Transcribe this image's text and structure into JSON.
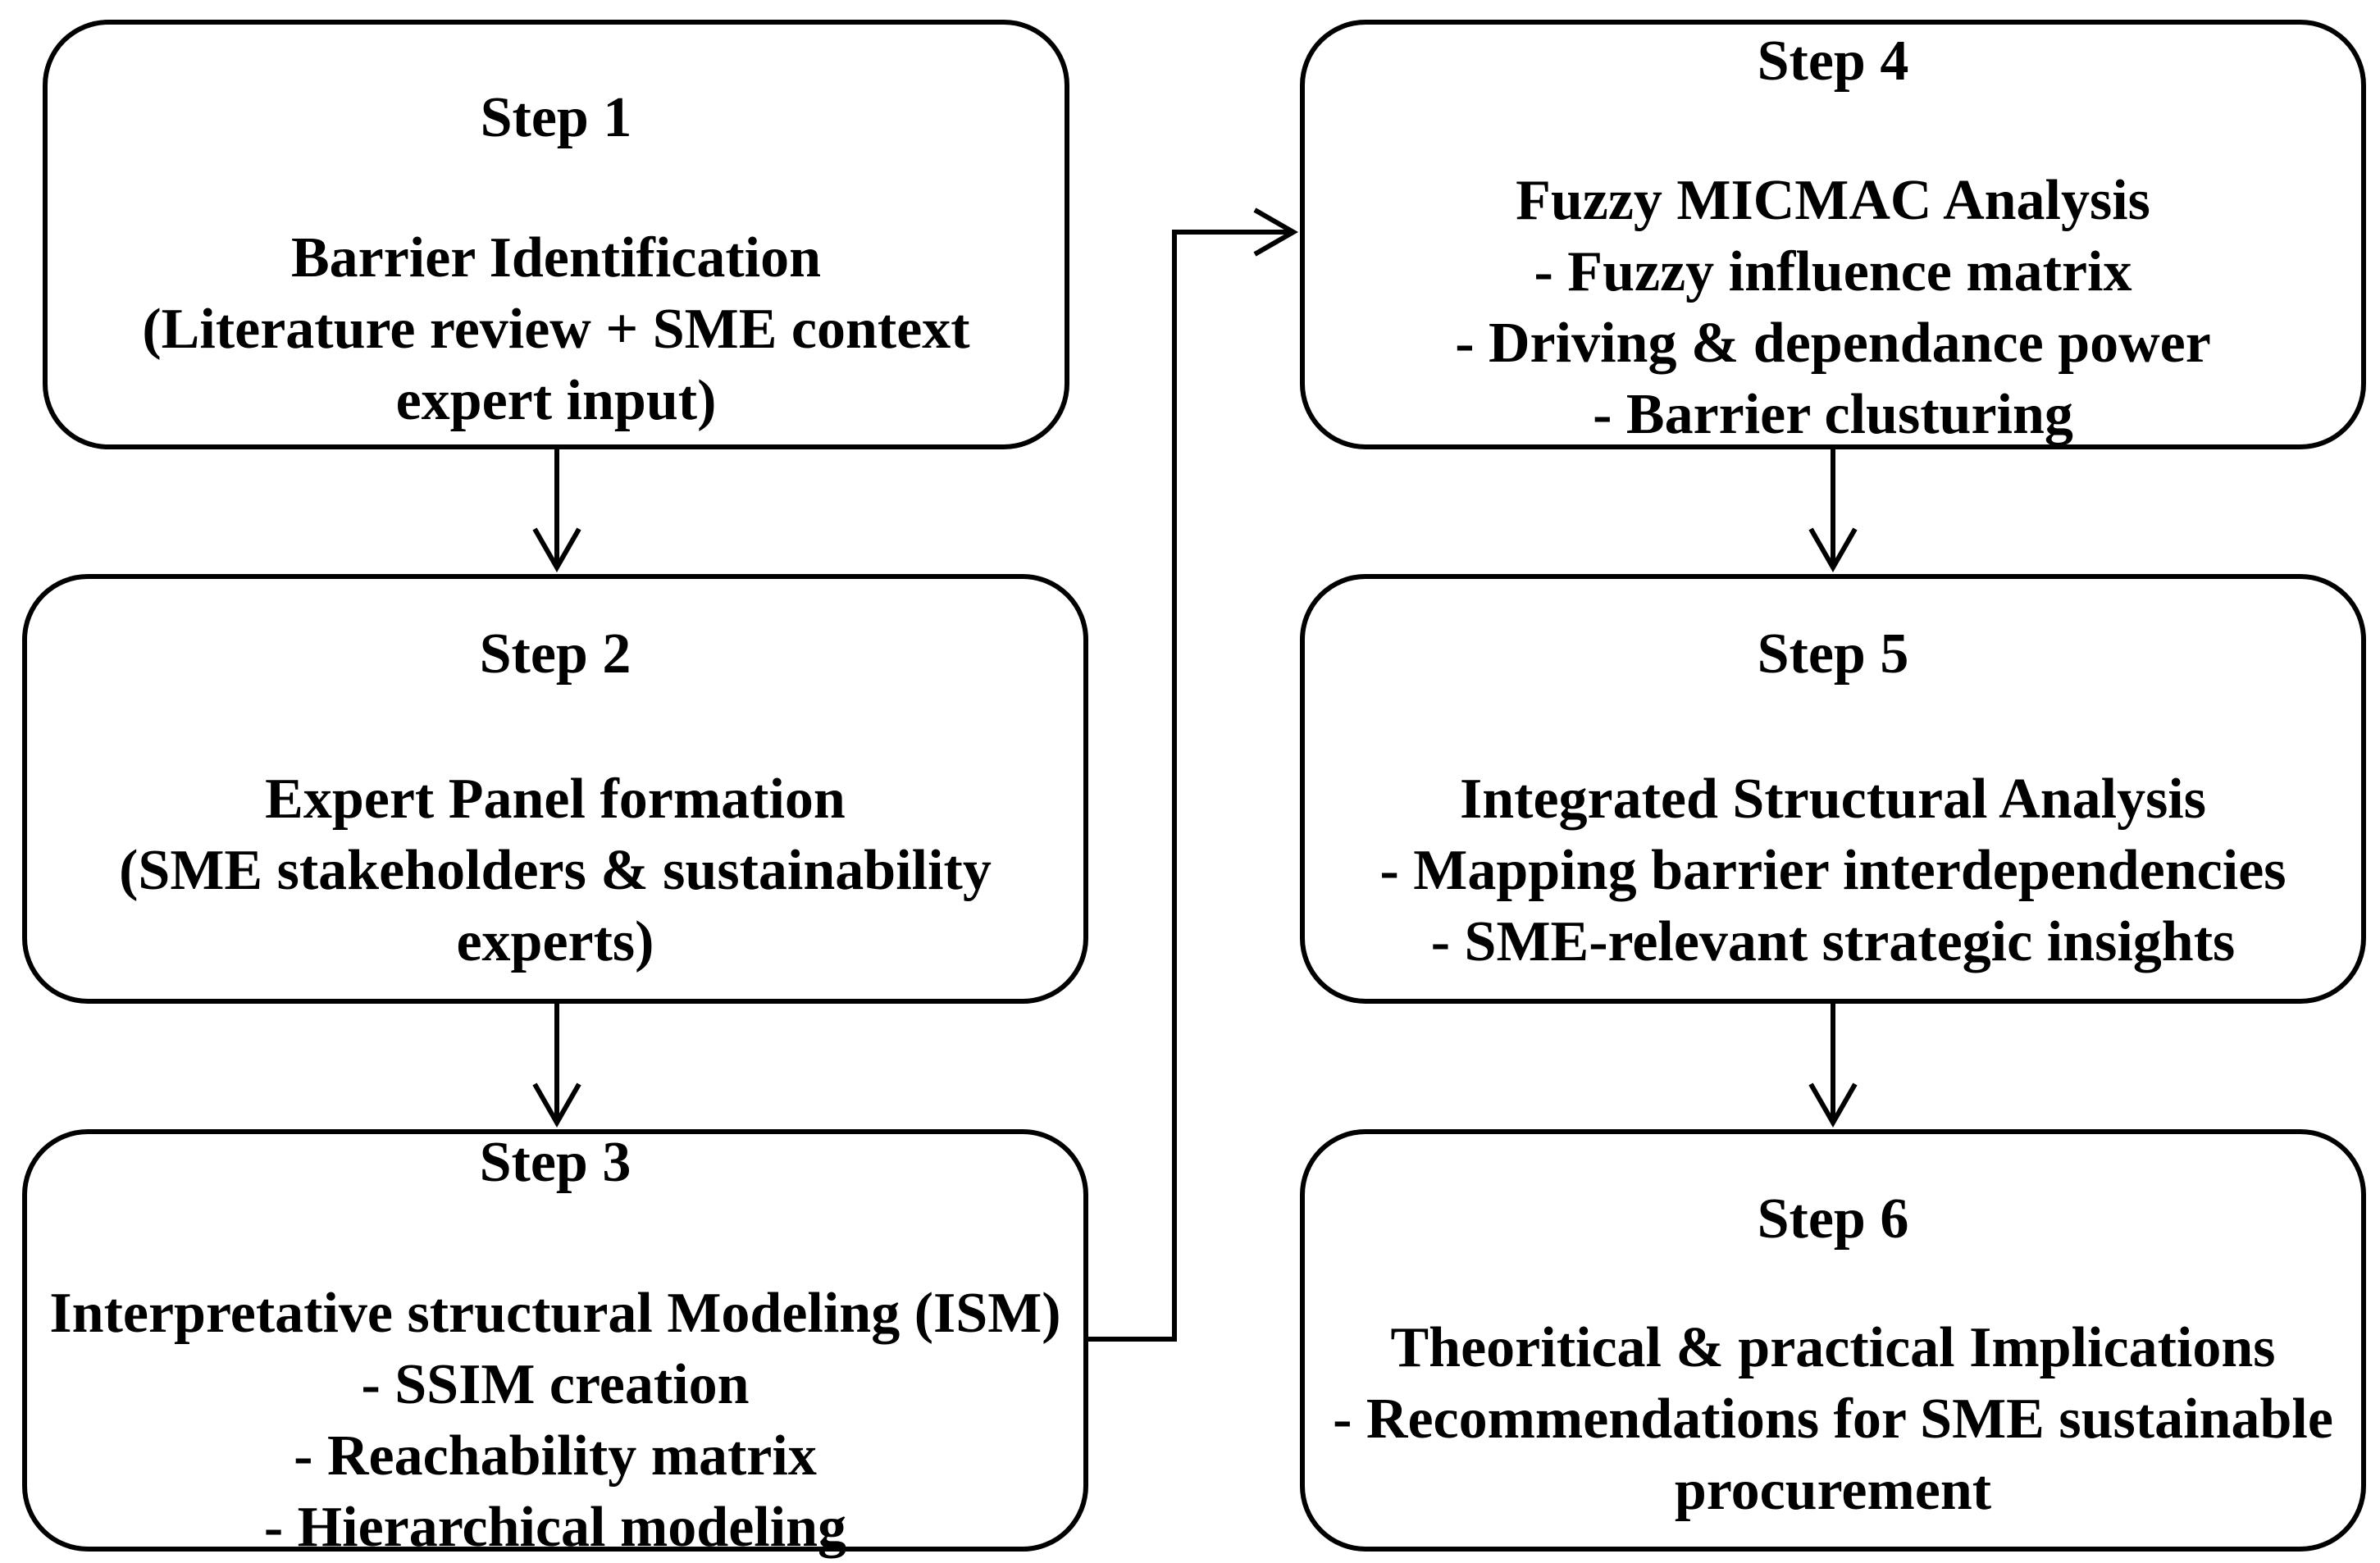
{
  "diagram": {
    "steps": [
      {
        "title": "Step 1",
        "lines": [
          "Barrier Identification",
          "(Literature review + SME context",
          "expert input)"
        ]
      },
      {
        "title": "Step 2",
        "lines": [
          "Expert Panel formation",
          "(SME stakeholders & sustainability",
          "experts)"
        ]
      },
      {
        "title": "Step 3",
        "lines": [
          "Interpretative structural Modeling (ISM)",
          "- SSIM creation",
          "- Reachability matrix",
          "- Hierarchical modeling"
        ]
      },
      {
        "title": "Step 4",
        "lines": [
          "Fuzzy MICMAC Analysis",
          "- Fuzzy influence matrix",
          "- Driving & dependance power",
          "- Barrier clusturing"
        ]
      },
      {
        "title": "Step 5",
        "lines": [
          "Integrated Structural Analysis",
          "- Mapping barrier interdependencies",
          "- SME-relevant strategic insights"
        ]
      },
      {
        "title": "Step 6",
        "lines": [
          "Theoritical & practical Implications",
          "- Recommendations for SME sustainable",
          "procurement"
        ]
      }
    ],
    "colors": {
      "stroke": "#000000",
      "background": "#ffffff",
      "text": "#000000"
    }
  }
}
